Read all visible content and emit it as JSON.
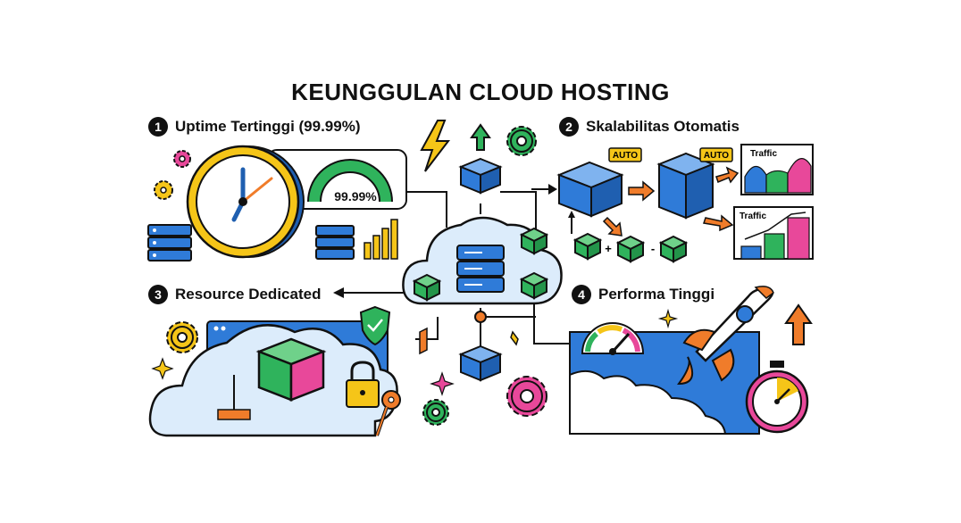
{
  "title": "KEUNGGULAN CLOUD HOSTING",
  "sections": [
    {
      "number": "1",
      "label": "Uptime Tertinggi (99.99%)"
    },
    {
      "number": "2",
      "label": "Skalabilitas Otomatis"
    },
    {
      "number": "3",
      "label": "Resource Dedicated"
    },
    {
      "number": "4",
      "label": "Performa Tinggi"
    }
  ],
  "uptime": {
    "gauge_value": "99.99%"
  },
  "scaling": {
    "auto_badge": "AUTO",
    "chart_label": "Traffic",
    "plus": "+",
    "minus": "-"
  },
  "colors": {
    "blue": "#2f7bd8",
    "green": "#2fb35c",
    "pink": "#e8489a",
    "yellow": "#f5c518",
    "orange": "#f07c2a",
    "dark": "#111111",
    "lightblue": "#dcecfb"
  }
}
